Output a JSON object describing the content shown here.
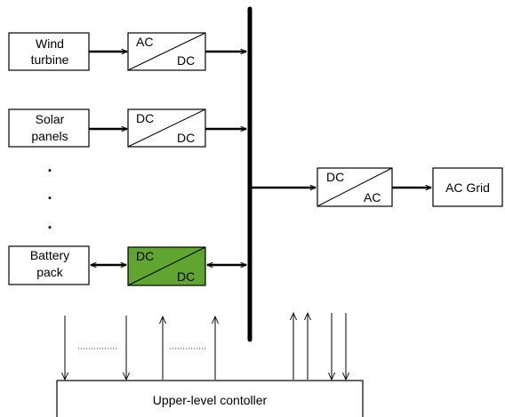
{
  "sources": {
    "wind": {
      "line1": "Wind",
      "line2": "turbine"
    },
    "solar": {
      "line1": "Solar",
      "line2": "panels"
    },
    "battery": {
      "line1": "Battery",
      "line2": "pack"
    },
    "ellipsis": ".",
    "grid": "AC Grid"
  },
  "converters": {
    "wind": {
      "input": "AC",
      "output": "DC"
    },
    "solar": {
      "input": "DC",
      "output": "DC"
    },
    "battery": {
      "input": "DC",
      "output": "DC",
      "fill_color": "#5fa52f"
    },
    "grid": {
      "input": "DC",
      "output": "AC"
    }
  },
  "controller": {
    "label": "Upper-level contoller"
  },
  "colors": {
    "stroke": "#000000",
    "background": "#ffffff"
  }
}
